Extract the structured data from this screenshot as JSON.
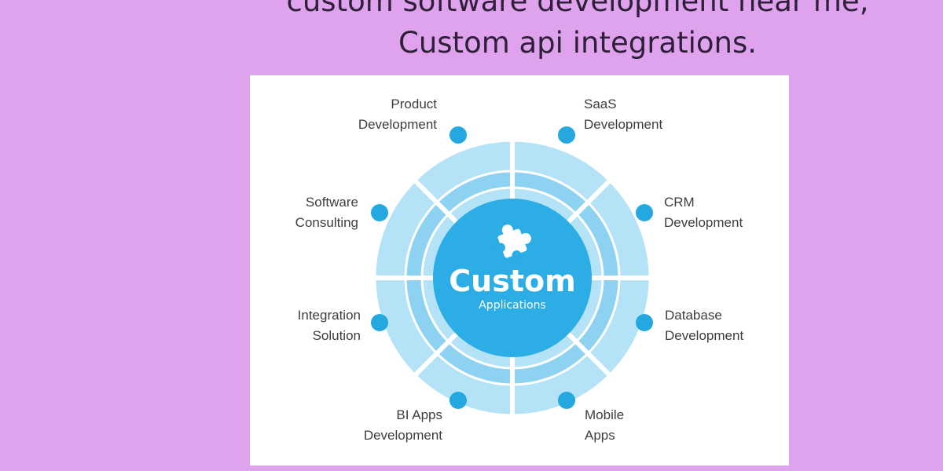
{
  "page": {
    "background_color": "#dea3ec",
    "title_color": "#2f1f3a"
  },
  "headline": {
    "line1": "custom software development near me,",
    "line2": "Custom api integrations."
  },
  "diagram": {
    "colors": {
      "outer_ring": "#b4e2f6",
      "middle_ring": "#8dd2f1",
      "inner_ring": "#b4e2f6",
      "core": "#2cade5",
      "dot": "#25a8e0",
      "label": "#3d3d3d"
    },
    "center": {
      "title": "Custom",
      "subtitle": "Applications",
      "icon": "puzzle-piece-icon"
    },
    "items": [
      {
        "id": "product-development",
        "lines": [
          "Product",
          "Development"
        ]
      },
      {
        "id": "saas-development",
        "lines": [
          "SaaS",
          "Development"
        ]
      },
      {
        "id": "software-consulting",
        "lines": [
          "Software",
          "Consulting"
        ]
      },
      {
        "id": "crm-development",
        "lines": [
          "CRM",
          "Development"
        ]
      },
      {
        "id": "integration-solution",
        "lines": [
          "Integration",
          "Solution"
        ]
      },
      {
        "id": "database-development",
        "lines": [
          "Database",
          "Development"
        ]
      },
      {
        "id": "bi-apps-development",
        "lines": [
          "BI Apps",
          "Development"
        ]
      },
      {
        "id": "mobile-apps",
        "lines": [
          "Mobile",
          "Apps"
        ]
      }
    ]
  }
}
